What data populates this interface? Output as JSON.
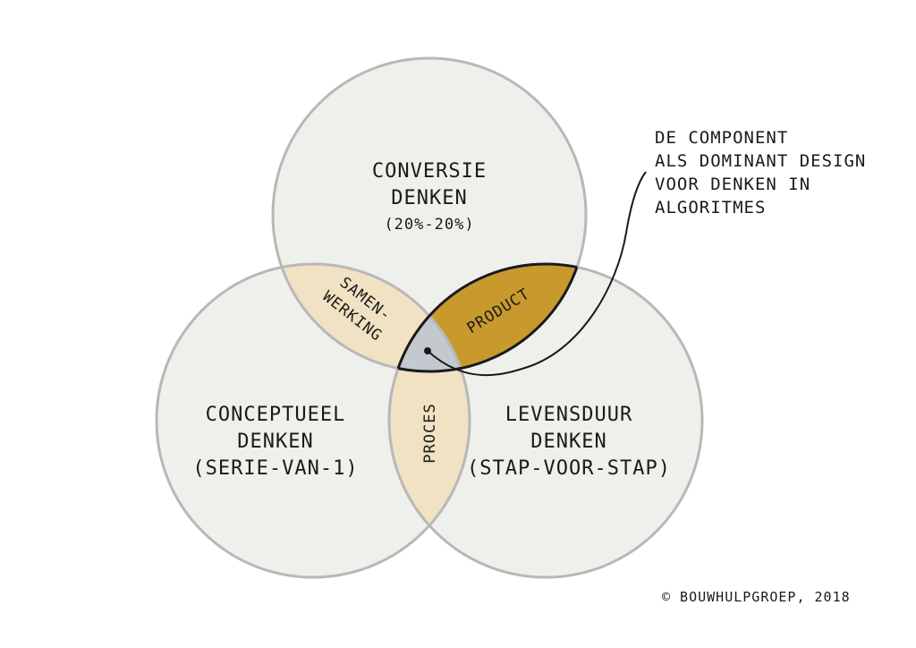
{
  "circles": {
    "top": {
      "lines": [
        "CONVERSIE",
        "DENKEN",
        "(20%-20%)"
      ]
    },
    "left": {
      "lines": [
        "CONCEPTUEEL",
        "DENKEN",
        "(SERIE-VAN-1)"
      ]
    },
    "right": {
      "lines": [
        "LEVENSDUUR",
        "DENKEN",
        "(STAP-VOOR-STAP)"
      ]
    }
  },
  "intersections": {
    "top_left": {
      "lines": [
        "SAMEN-",
        "WERKING"
      ]
    },
    "top_right": {
      "label": "PRODUCT"
    },
    "left_right": {
      "label": "PROCES"
    }
  },
  "callout": {
    "lines": [
      "DE COMPONENT",
      "ALS DOMINANT DESIGN",
      "VOOR DENKEN IN",
      "ALGORITMES"
    ]
  },
  "credit": "© BOUWHULPGROEP, 2018",
  "colors": {
    "circle_fill": "#efefec",
    "circle_stroke": "#b8b8b8",
    "light_overlap": "#f0e2c2",
    "product": "#c89a2e",
    "center": "#c4c9d0",
    "ink": "#1a1a1a"
  }
}
